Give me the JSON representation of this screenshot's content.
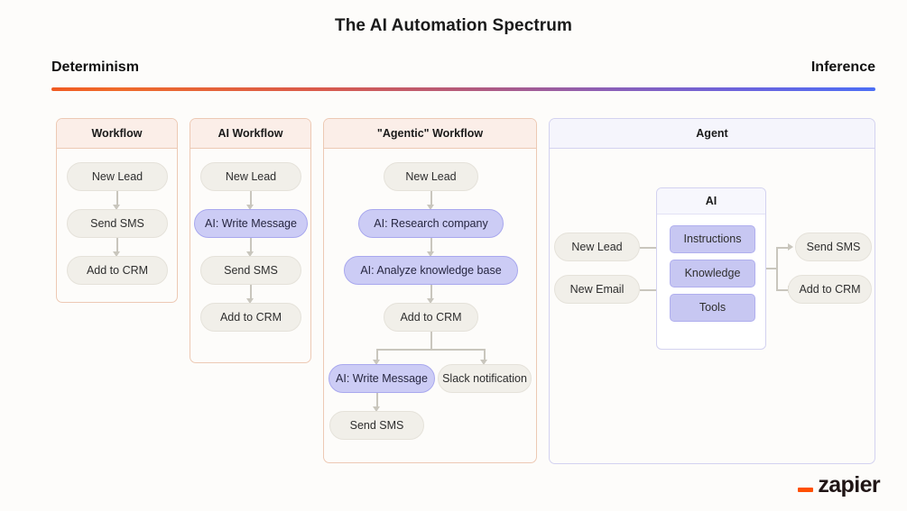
{
  "title": "The AI Automation Spectrum",
  "spectrum": {
    "left_label": "Determinism",
    "right_label": "Inference",
    "gradient_start": "#f05a22",
    "gradient_end": "#4c6ef5"
  },
  "panels": [
    {
      "header": "Workflow",
      "nodes": [
        {
          "label": "New Lead",
          "kind": "plain"
        },
        {
          "label": "Send SMS",
          "kind": "plain"
        },
        {
          "label": "Add to CRM",
          "kind": "plain"
        }
      ]
    },
    {
      "header": "AI Workflow",
      "nodes": [
        {
          "label": "New Lead",
          "kind": "plain"
        },
        {
          "label": "AI: Write Message",
          "kind": "ai"
        },
        {
          "label": "Send SMS",
          "kind": "plain"
        },
        {
          "label": "Add to CRM",
          "kind": "plain"
        }
      ]
    },
    {
      "header": "\"Agentic\" Workflow",
      "nodes": [
        {
          "label": "New Lead",
          "kind": "plain"
        },
        {
          "label": "AI: Research company",
          "kind": "ai"
        },
        {
          "label": "AI: Analyze knowledge base",
          "kind": "ai"
        },
        {
          "label": "Add to CRM",
          "kind": "plain"
        },
        {
          "label": "AI: Write Message",
          "kind": "ai"
        },
        {
          "label": "Slack notification",
          "kind": "plain"
        },
        {
          "label": "Send SMS",
          "kind": "plain"
        }
      ]
    },
    {
      "header": "Agent",
      "triggers": [
        {
          "label": "New Lead"
        },
        {
          "label": "New Email"
        }
      ],
      "ai_box": {
        "header": "AI",
        "items": [
          {
            "label": "Instructions"
          },
          {
            "label": "Knowledge"
          },
          {
            "label": "Tools"
          }
        ]
      },
      "actions": [
        {
          "label": "Send SMS"
        },
        {
          "label": "Add to CRM"
        }
      ]
    }
  ],
  "logo": {
    "text": "zapier",
    "mark_color": "#ff4f00"
  },
  "colors": {
    "background": "#fdfcfa",
    "panel_border": "#edc9b4",
    "panel_header_bg": "#fbeee8",
    "agent_border": "#d3d2f0",
    "agent_header_bg": "#f5f5fc",
    "node_bg": "#f1efe9",
    "ai_node_bg": "#ccccf5",
    "connector": "#c9c6bd"
  }
}
